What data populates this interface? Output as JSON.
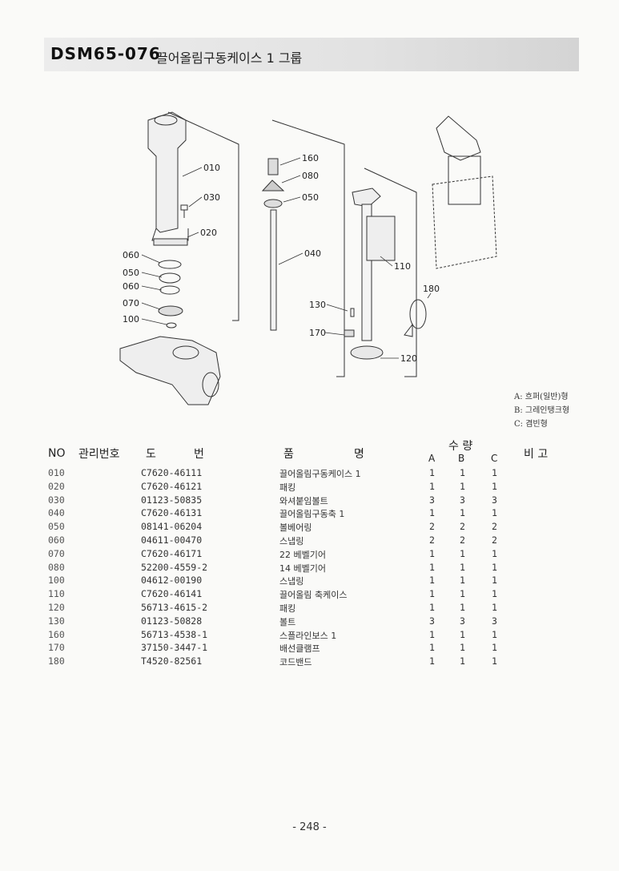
{
  "header": {
    "code": "DSM65-076",
    "title": "끌어올림구동케이스 1 그룹"
  },
  "legend": [
    "A: 흐퍼(일반)형",
    "B: 그레인탱크형",
    "C: 겸빈형"
  ],
  "table": {
    "headers": {
      "no": "NO",
      "mgmt": "관리번호",
      "drawing_1": "도",
      "drawing_2": "번",
      "name_1": "품",
      "name_2": "명",
      "qty": "수 량",
      "remarks": "비 고",
      "a": "A",
      "b": "B",
      "c": "C"
    },
    "rows": [
      {
        "no": "010",
        "part": "C7620-46111",
        "name": "끌어올림구동케이스 1",
        "a": "1",
        "b": "1",
        "c": "1"
      },
      {
        "no": "020",
        "part": "C7620-46121",
        "name": "패킹",
        "a": "1",
        "b": "1",
        "c": "1"
      },
      {
        "no": "030",
        "part": "01123-50835",
        "name": "와셔붙임볼트",
        "a": "3",
        "b": "3",
        "c": "3"
      },
      {
        "no": "040",
        "part": "C7620-46131",
        "name": "끌어올림구동축 1",
        "a": "1",
        "b": "1",
        "c": "1"
      },
      {
        "no": "050",
        "part": "08141-06204",
        "name": "볼베어링",
        "a": "2",
        "b": "2",
        "c": "2"
      },
      {
        "no": "060",
        "part": "04611-00470",
        "name": "스냅링",
        "a": "2",
        "b": "2",
        "c": "2"
      },
      {
        "no": "070",
        "part": "C7620-46171",
        "name": "22 베벨기어",
        "a": "1",
        "b": "1",
        "c": "1"
      },
      {
        "no": "080",
        "part": "52200-4559-2",
        "name": "14 베벨기어",
        "a": "1",
        "b": "1",
        "c": "1"
      },
      {
        "no": "100",
        "part": "04612-00190",
        "name": "스냅링",
        "a": "1",
        "b": "1",
        "c": "1"
      },
      {
        "no": "110",
        "part": "C7620-46141",
        "name": "끌어올림 축케이스",
        "a": "1",
        "b": "1",
        "c": "1"
      },
      {
        "no": "120",
        "part": "56713-4615-2",
        "name": "패킹",
        "a": "1",
        "b": "1",
        "c": "1"
      },
      {
        "no": "130",
        "part": "01123-50828",
        "name": "볼트",
        "a": "3",
        "b": "3",
        "c": "3"
      },
      {
        "no": "160",
        "part": "56713-4538-1",
        "name": "스플라인보스 1",
        "a": "1",
        "b": "1",
        "c": "1"
      },
      {
        "no": "170",
        "part": "37150-3447-1",
        "name": "배선클램프",
        "a": "1",
        "b": "1",
        "c": "1"
      },
      {
        "no": "180",
        "part": "T4520-82561",
        "name": "코드밴드",
        "a": "1",
        "b": "1",
        "c": "1"
      }
    ]
  },
  "callouts": [
    "010",
    "030",
    "020",
    "060",
    "050",
    "060",
    "070",
    "100",
    "160",
    "080",
    "050",
    "040",
    "110",
    "180",
    "130",
    "170",
    "120"
  ],
  "page_number": "- 248 -"
}
